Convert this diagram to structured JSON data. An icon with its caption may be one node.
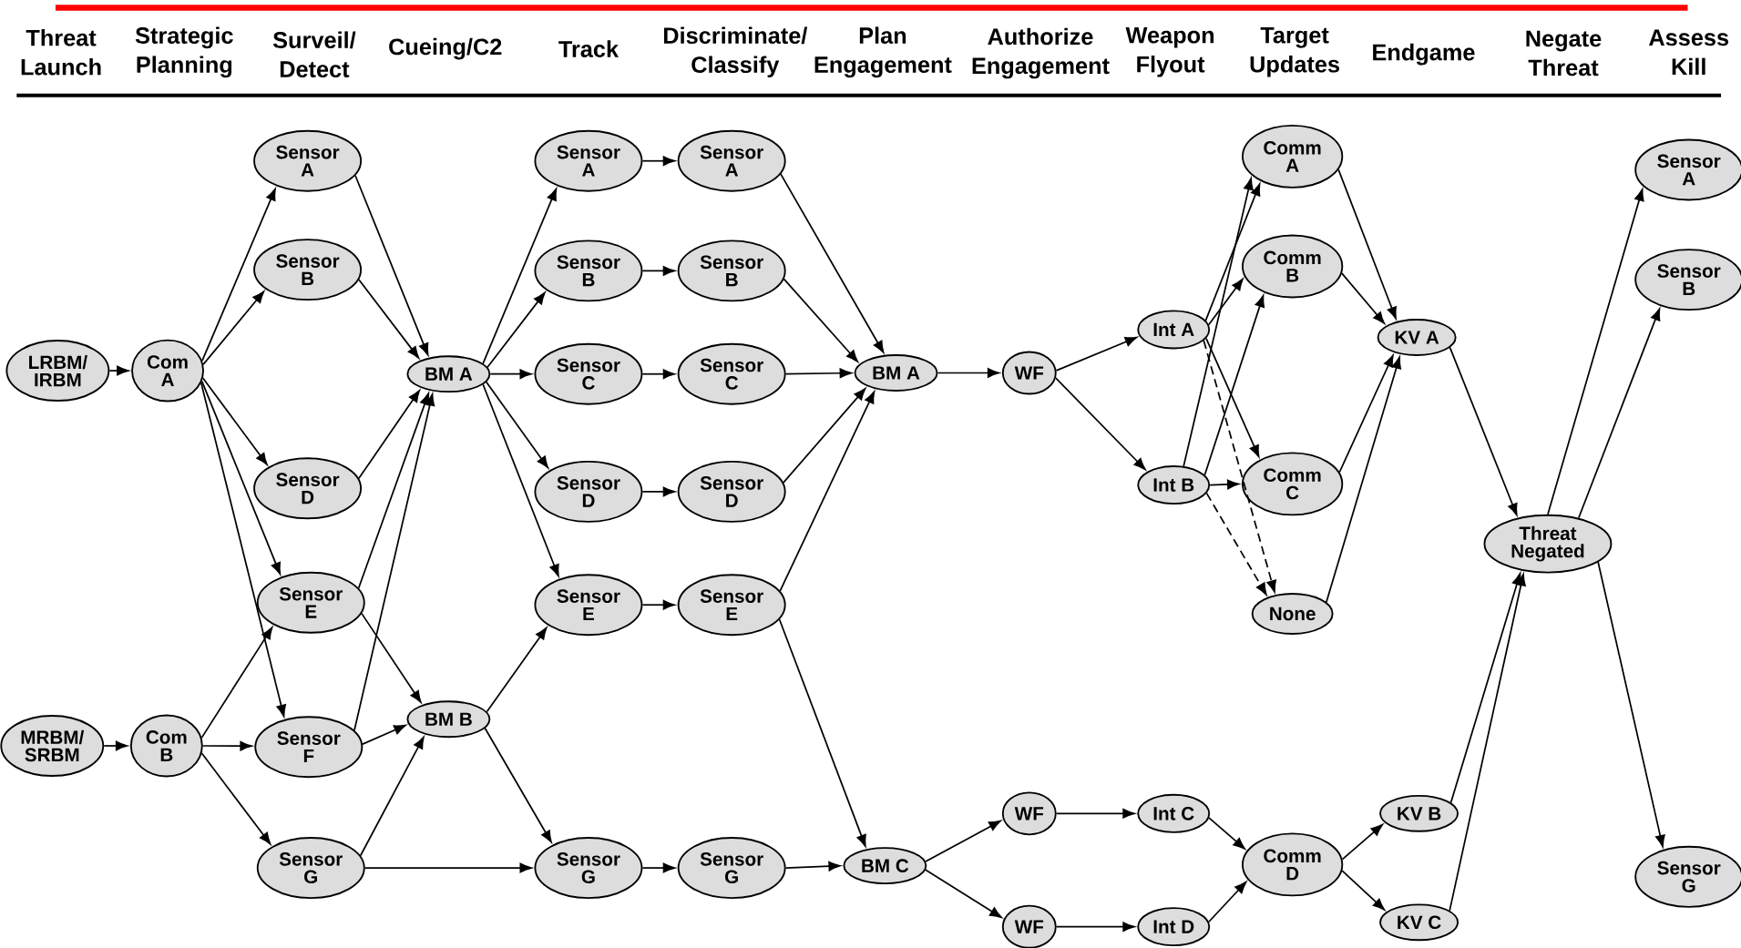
{
  "diagram": {
    "nodes": [
      {
        "text": [
          "LRBM/ IRBM"
        ]
      },
      {
        "text": [
          "Com A"
        ]
      },
      {
        "text": [
          "MRBM/ SRBM"
        ]
      },
      {
        "text": [
          "Com B"
        ]
      },
      {
        "text": [
          "Sensor A"
        ]
      },
      {
        "text": [
          "Sensor B"
        ]
      },
      {
        "text": [
          "Sensor D"
        ]
      },
      {
        "text": [
          "Sensor E"
        ]
      },
      {
        "text": [
          "Sensor F"
        ]
      },
      {
        "text": [
          "Sensor G"
        ]
      },
      {
        "text": [
          "BM A"
        ]
      },
      {
        "text": [
          "BM B"
        ]
      },
      {
        "text": [
          "Sensor A"
        ]
      },
      {
        "text": [
          "Sensor B"
        ]
      },
      {
        "text": [
          "Sensor C"
        ]
      },
      {
        "text": [
          "Sensor D"
        ]
      },
      {
        "text": [
          "Sensor E"
        ]
      },
      {
        "text": [
          "Sensor G"
        ]
      },
      {
        "text": [
          "Sensor A"
        ]
      },
      {
        "text": [
          "Sensor B"
        ]
      },
      {
        "text": [
          "Sensor C"
        ]
      },
      {
        "text": [
          "Sensor D"
        ]
      },
      {
        "text": [
          "Sensor E"
        ]
      },
      {
        "text": [
          "Sensor G"
        ]
      },
      {
        "text": [
          "BM A"
        ]
      },
      {
        "text": [
          "BM C"
        ]
      },
      {
        "text": [
          "WF"
        ]
      },
      {
        "text": [
          "WF"
        ]
      },
      {
        "text": [
          "WF"
        ]
      },
      {
        "text": [
          "Int A"
        ]
      },
      {
        "text": [
          "Int B"
        ]
      },
      {
        "text": [
          "Int C"
        ]
      },
      {
        "text": [
          "Int D"
        ]
      },
      {
        "text": [
          "Comm A"
        ]
      },
      {
        "text": [
          "Comm B"
        ]
      },
      {
        "text": [
          "Comm C"
        ]
      },
      {
        "text": [
          "None"
        ]
      },
      {
        "text": [
          "Comm D"
        ]
      },
      {
        "text": [
          "KV A"
        ]
      },
      {
        "text": [
          "KV B"
        ]
      },
      {
        "text": [
          "KV C"
        ]
      },
      {
        "text": [
          "Threat Negated"
        ]
      },
      {
        "text": [
          "Sensor A"
        ]
      },
      {
        "text": [
          "Sensor B"
        ]
      },
      {
        "text": [
          "Sensor G"
        ]
      }
    ],
    "edges": [
      {
        "from": 0,
        "to": 1,
        "arrow": "to"
      },
      {
        "from": 2,
        "to": 3,
        "arrow": "to"
      },
      {
        "from": 1,
        "to": 4,
        "arrow": "to"
      },
      {
        "from": 1,
        "to": 5,
        "arrow": "to"
      },
      {
        "from": 1,
        "to": 6,
        "arrow": "to"
      },
      {
        "from": 1,
        "to": 7,
        "arrow": "to"
      },
      {
        "from": 1,
        "to": 8,
        "arrow": "to"
      },
      {
        "from": 3,
        "to": 7,
        "arrow": "to"
      },
      {
        "from": 3,
        "to": 8,
        "arrow": "to"
      },
      {
        "from": 3,
        "to": 9,
        "arrow": "to"
      },
      {
        "from": 4,
        "to": 10,
        "arrow": "to"
      },
      {
        "from": 5,
        "to": 10,
        "arrow": "to"
      },
      {
        "from": 6,
        "to": 10,
        "arrow": "to"
      },
      {
        "from": 7,
        "to": 10,
        "arrow": "to"
      },
      {
        "from": 8,
        "to": 10,
        "arrow": "to"
      },
      {
        "from": 7,
        "to": 11,
        "arrow": "to"
      },
      {
        "from": 8,
        "to": 11,
        "arrow": "to"
      },
      {
        "from": 9,
        "to": 11,
        "arrow": "to"
      },
      {
        "from": 9,
        "to": 17,
        "arrow": "to"
      },
      {
        "from": 10,
        "to": 12,
        "arrow": "to"
      },
      {
        "from": 10,
        "to": 13,
        "arrow": "to"
      },
      {
        "from": 10,
        "to": 14,
        "arrow": "to"
      },
      {
        "from": 10,
        "to": 15,
        "arrow": "to"
      },
      {
        "from": 10,
        "to": 16,
        "arrow": "to"
      },
      {
        "from": 11,
        "to": 16,
        "arrow": "to"
      },
      {
        "from": 11,
        "to": 17,
        "arrow": "to"
      },
      {
        "from": 12,
        "to": 18,
        "arrow": "to"
      },
      {
        "from": 13,
        "to": 19,
        "arrow": "to"
      },
      {
        "from": 14,
        "to": 20,
        "arrow": "to"
      },
      {
        "from": 15,
        "to": 21,
        "arrow": "to"
      },
      {
        "from": 16,
        "to": 22,
        "arrow": "to"
      },
      {
        "from": 17,
        "to": 23,
        "arrow": "to"
      },
      {
        "from": 18,
        "to": 24,
        "arrow": "to"
      },
      {
        "from": 19,
        "to": 24,
        "arrow": "to"
      },
      {
        "from": 20,
        "to": 24,
        "arrow": "to"
      },
      {
        "from": 21,
        "to": 24,
        "arrow": "to"
      },
      {
        "from": 22,
        "to": 24,
        "arrow": "to"
      },
      {
        "from": 22,
        "to": 25,
        "arrow": "to"
      },
      {
        "from": 23,
        "to": 25,
        "arrow": "to"
      },
      {
        "from": 24,
        "to": 26,
        "arrow": "to"
      },
      {
        "from": 25,
        "to": 27,
        "arrow": "to"
      },
      {
        "from": 25,
        "to": 28,
        "arrow": "to"
      },
      {
        "from": 26,
        "to": 29,
        "arrow": "to"
      },
      {
        "from": 26,
        "to": 30,
        "arrow": "to"
      },
      {
        "from": 27,
        "to": 31,
        "arrow": "to"
      },
      {
        "from": 28,
        "to": 32,
        "arrow": "to"
      },
      {
        "from": 29,
        "to": 33,
        "arrow": "to"
      },
      {
        "from": 29,
        "to": 34,
        "arrow": "to"
      },
      {
        "from": 29,
        "to": 35,
        "arrow": "to"
      },
      {
        "from": 29,
        "to": 36,
        "arrow": "to",
        "style": "dashed"
      },
      {
        "from": 30,
        "to": 33,
        "arrow": "to"
      },
      {
        "from": 30,
        "to": 34,
        "arrow": "to"
      },
      {
        "from": 30,
        "to": 35,
        "arrow": "to"
      },
      {
        "from": 30,
        "to": 36,
        "arrow": "to",
        "style": "dashed"
      },
      {
        "from": 31,
        "to": 37,
        "arrow": "to"
      },
      {
        "from": 32,
        "to": 37,
        "arrow": "to"
      },
      {
        "from": 33,
        "to": 38,
        "arrow": "to"
      },
      {
        "from": 34,
        "to": 38,
        "arrow": "to"
      },
      {
        "from": 35,
        "to": 38,
        "arrow": "to"
      },
      {
        "from": 36,
        "to": 38,
        "arrow": "to"
      },
      {
        "from": 37,
        "to": 39,
        "arrow": "to"
      },
      {
        "from": 37,
        "to": 40,
        "arrow": "to"
      },
      {
        "from": 38,
        "to": 41,
        "arrow": "to"
      },
      {
        "from": 39,
        "to": 41,
        "arrow": "to"
      },
      {
        "from": 40,
        "to": 41,
        "arrow": "to"
      },
      {
        "from": 41,
        "to": 42,
        "arrow": "to"
      },
      {
        "from": 41,
        "to": 43,
        "arrow": "to"
      },
      {
        "from": 41,
        "to": 44,
        "arrow": "to"
      }
    ],
    "labels": [
      "Threat Launch",
      "Strategic Planning",
      "Surveil/ Detect",
      "Cueing/C2",
      "Track",
      "Discriminate/ Classify",
      "Plan Engagement",
      "Authorize Engagement",
      "Weapon Flyout",
      "Target Updates",
      "Endgame",
      "Negate Threat",
      "Assess Kill"
    ]
  }
}
